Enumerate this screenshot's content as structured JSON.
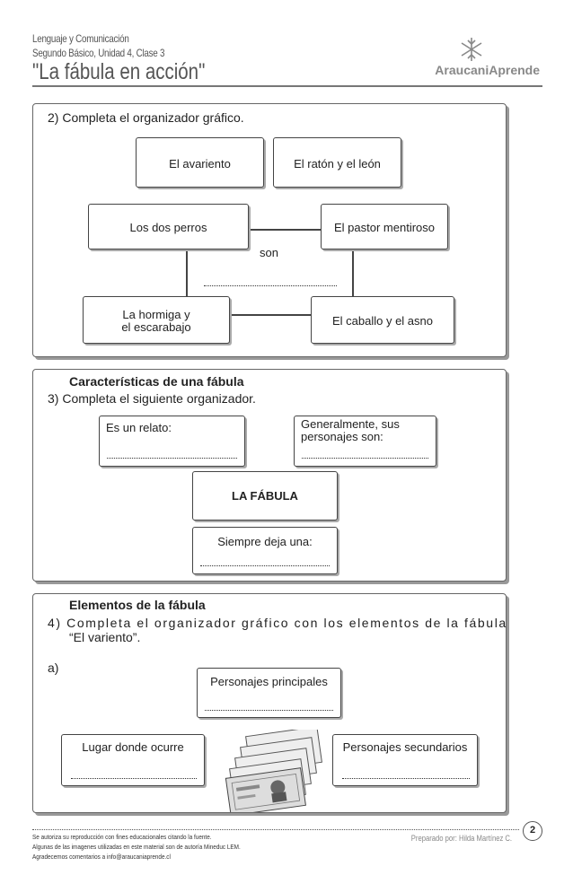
{
  "header": {
    "subject": "Lenguaje y Comunicación",
    "unit": "Segundo Básico, Unidad 4, Clase 3",
    "title": "\"La fábula en acción\"",
    "brand": "AraucaniAprende"
  },
  "section2": {
    "instruction": "2)   Completa el organizador gráfico.",
    "boxes": {
      "avariento": "El avariento",
      "raton_leon": "El ratón y el león",
      "dos_perros": "Los dos perros",
      "pastor": "El pastor mentiroso",
      "hormiga_1": "La hormiga y",
      "hormiga_2": "el escarabajo",
      "caballo": "El caballo y el asno"
    },
    "connector": "son"
  },
  "section3": {
    "heading": "Características de una fábula",
    "instruction": "3)   Completa el siguiente organizador.",
    "relato": "Es un relato:",
    "personajes_1": "Generalmente, sus",
    "personajes_2": "personajes son:",
    "center": "LA FÁBULA",
    "siempre": "Siempre deja una:"
  },
  "section4": {
    "heading": "Elementos de la fábula",
    "instruction_1": "4)    Completa el organizador gráfico con los elementos de la fábula",
    "instruction_2": "“El variento”.",
    "sub": "a)",
    "principales": "Personajes principales",
    "lugar": "Lugar donde ocurre",
    "secundarios": "Personajes secundarios"
  },
  "footer": {
    "line1": "Se autoriza su reproducción con fines educacionales citando la fuente.",
    "line2": "Algunas de las imagenes utilizadas en este material son de autoría Mineduc LEM.",
    "line3": "Agradecemos comentarios a info@araucaniaprende.cl",
    "prepared": "Preparado por: Hilda Martínez C.",
    "page": "2"
  }
}
